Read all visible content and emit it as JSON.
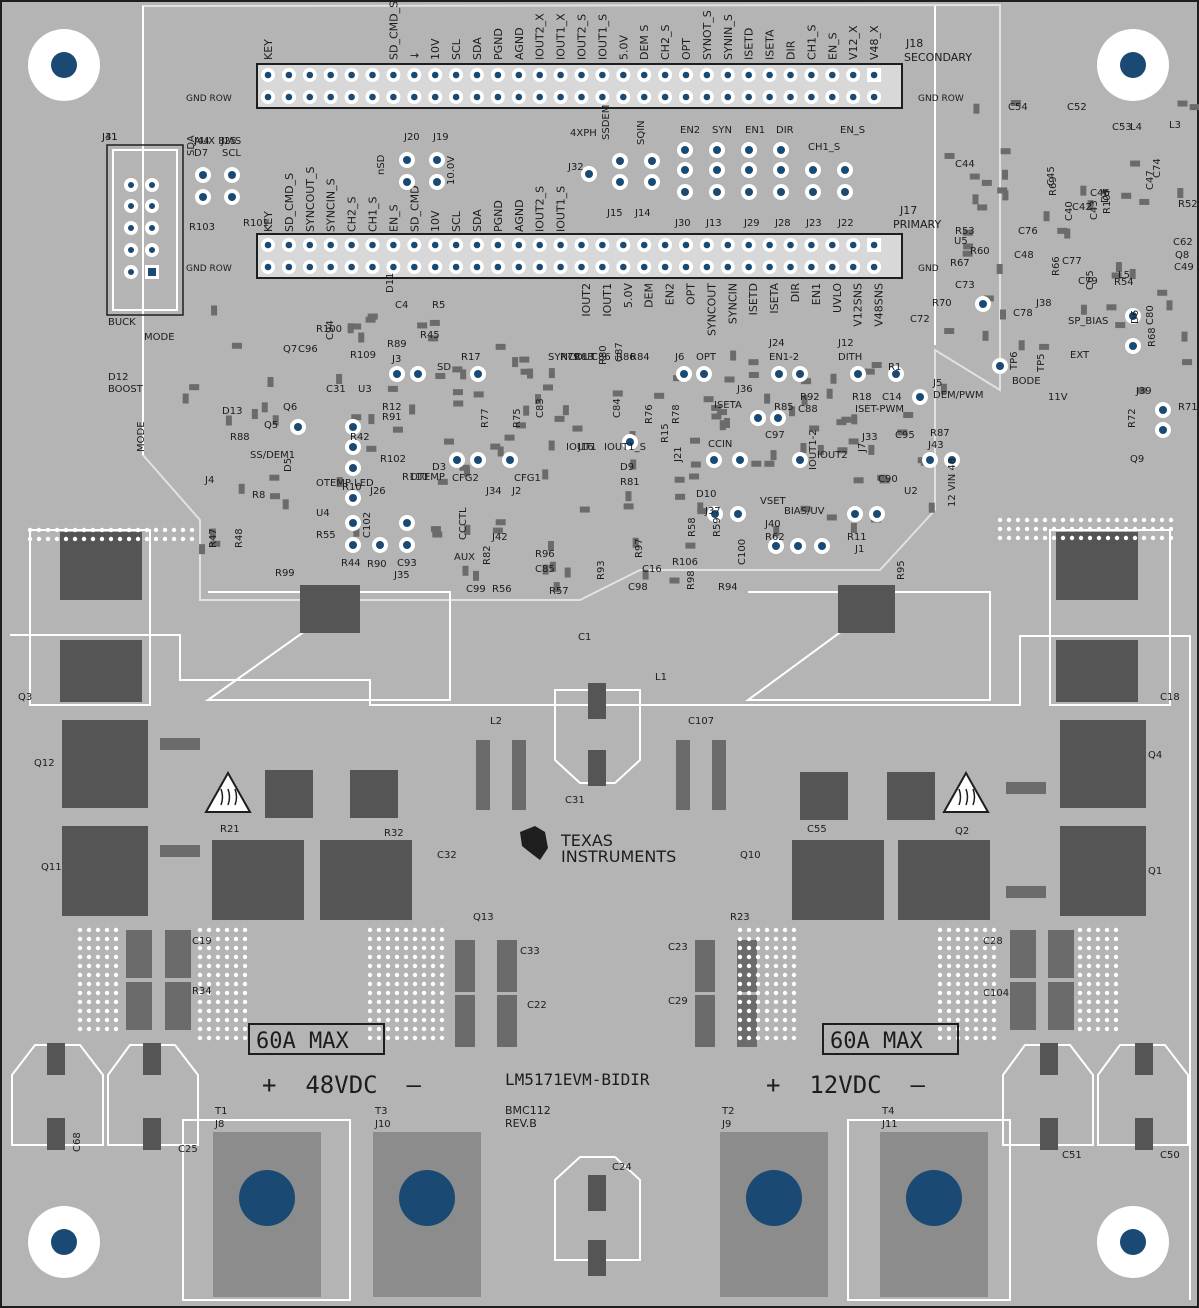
{
  "board": {
    "name": "LM5171EVM-BIDIR",
    "code": "BMC112",
    "revision": "REV.B",
    "brand_line1": "TEXAS",
    "brand_line2": "INSTRUMENTS",
    "colors": {
      "board": "#b4b4b4",
      "copper": "#6b6b6b",
      "pad_blue": "#1a4a73",
      "silkscreen": "#ffffff",
      "outline": "#1e1e1e"
    }
  },
  "power": {
    "left_label": "+  48VDC  –",
    "right_label": "+  12VDC  –",
    "left_max": "60A MAX",
    "right_max": "60A MAX",
    "terminals": [
      {
        "top": "T1",
        "bottom": "J8"
      },
      {
        "top": "T3",
        "bottom": "J10"
      },
      {
        "top": "T2",
        "bottom": "J9"
      },
      {
        "top": "T4",
        "bottom": "J11"
      }
    ]
  },
  "headers": {
    "j18_label": "J18",
    "j18_sub": "SECONDARY",
    "j17_label": "J17",
    "j17_sub": "PRIMARY",
    "gnd_row": "GND ROW",
    "gnd": "GND",
    "j18_pins": [
      "KEY",
      "",
      "",
      "",
      "",
      "",
      "SD_CMD_S",
      "↓",
      "10V",
      "SCL",
      "SDA",
      "PGND",
      "AGND",
      "IOUT2_X",
      "IOUT1_X",
      "IOUT2_S",
      "IOUT1_S",
      "5.0V",
      "DEM S",
      "CH2_S",
      "OPT",
      "SYNOT_S",
      "SYNIN_S",
      "ISETD",
      "ISETA",
      "DIR",
      "CH1_S",
      "EN_S",
      "V12_X",
      "V48_X"
    ],
    "j17_pins": [
      "KEY",
      "SD_CMD_S",
      "SYNCOUT_S",
      "SYNCIN_S",
      "CH2_S",
      "CH1_S",
      "EN_S",
      "SD_CMD",
      "10V",
      "SCL",
      "SDA",
      "PGND",
      "AGND",
      "IOUT2_S",
      "IOUT1_S",
      "",
      "",
      "",
      "",
      "",
      "",
      "",
      "",
      "",
      "",
      "",
      "",
      "",
      "",
      ""
    ],
    "j17_bottom_pins": [
      "IOUT2",
      "IOUT1",
      "5.0V",
      "DEM",
      "EN2",
      "OPT",
      "SYNCOUT",
      "SYNCIN",
      "ISETD",
      "ISETA",
      "DIR",
      "EN1",
      "UVLO",
      "V12SNS",
      "V48SNS"
    ]
  },
  "connector_labels": [
    "J31",
    "J44",
    "SDA",
    "J25",
    "SCL",
    "R103",
    "R101",
    "J20",
    "nSD",
    "J19",
    "10.0V",
    "4XPH",
    "SSDEM",
    "SQIN",
    "J32",
    "EN2",
    "SYN",
    "EN1",
    "DIR",
    "CH1_S",
    "EN_S",
    "J15",
    "J14",
    "J30",
    "J13",
    "J29",
    "J28",
    "J23",
    "J22",
    "BUCK",
    "MODE",
    "D12",
    "BOOST",
    "MODE",
    "D11",
    "C4",
    "R5",
    "R45",
    "Q7",
    "C96",
    "R100",
    "C94",
    "R109",
    "C31",
    "U3",
    "R89",
    "J3",
    "SD",
    "R17",
    "SYNCOUT",
    "R79",
    "R83",
    "C86",
    "R86",
    "R84",
    "R80",
    "C87",
    "R77",
    "R75",
    "C83",
    "C84",
    "R76",
    "R78",
    "R15",
    "J21",
    "J6",
    "OPT",
    "J24",
    "EN1-2",
    "J12",
    "DITH",
    "R1",
    "J5",
    "DEM/PWM",
    "R18",
    "C14",
    "J36",
    "ISETA",
    "R85",
    "R92",
    "C97",
    "C88",
    "ISET-PWM",
    "J33",
    "C95",
    "R87",
    "J43",
    "CCIN",
    "IOUT1-2",
    "IOUT2",
    "J7",
    "C90",
    "U2",
    "D13",
    "Q5",
    "Q6",
    "R88",
    "SS/DEM1",
    "R12",
    "R91",
    "R42",
    "R102",
    "OTEMP",
    "D3",
    "D5",
    "OTEMP LED",
    "R10",
    "J4",
    "R8",
    "J26",
    "R110",
    "U4",
    "R55",
    "C102",
    "R47",
    "R48",
    "R44",
    "R90",
    "C93",
    "J35",
    "CFG2",
    "J34",
    "CFG1",
    "J2",
    "IOUT1",
    "J16",
    "IOUT1_S",
    "D9",
    "R81",
    "D10",
    "J37",
    "VSET",
    "BIAS/UV",
    "J40",
    "R62",
    "R11",
    "J1",
    "12 VIN 48",
    "CCCTL",
    "J42",
    "AUX",
    "R82",
    "R96",
    "C85",
    "C99",
    "R56",
    "R57",
    "R93",
    "R97",
    "C16",
    "R106",
    "R58",
    "R59",
    "C100",
    "R98",
    "R94",
    "C98",
    "R99",
    "R95",
    "C1",
    "L1",
    "L2",
    "C107",
    "C31",
    "R21",
    "R32",
    "C55",
    "Q2",
    "Q3",
    "Q12",
    "Q11",
    "C18",
    "Q4",
    "Q1",
    "C32",
    "Q13",
    "Q10",
    "R23",
    "C19",
    "R34",
    "C33",
    "C22",
    "C23",
    "C29",
    "C28",
    "C104",
    "C68",
    "C25",
    "C24",
    "C51",
    "C50",
    "C54",
    "C52",
    "C53",
    "L4",
    "L3",
    "C44",
    "C45",
    "R69",
    "D4",
    "C46",
    "C47",
    "R107",
    "C74",
    "C42",
    "C40",
    "C43",
    "R52",
    "R53",
    "U5",
    "C76",
    "C48",
    "C62",
    "Q8",
    "R60",
    "R67",
    "C77",
    "R66",
    "C65",
    "L5",
    "C49",
    "R54",
    "C73",
    "C79",
    "R70",
    "C72",
    "C78",
    "J38",
    "SP_BIAS",
    "D6",
    "C80",
    "R68",
    "TP6",
    "BODE",
    "TP5",
    "EXT",
    "J39",
    "11V",
    "R72",
    "R71",
    "Q9",
    "J41",
    "AUX BIAS",
    "D7"
  ]
}
